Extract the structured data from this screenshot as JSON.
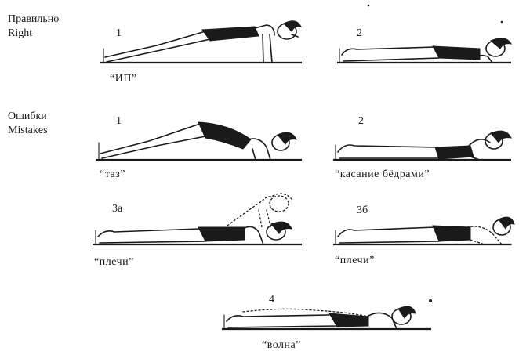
{
  "sections": {
    "right": {
      "label_ru": "Правильно",
      "label_en": "Right"
    },
    "mistakes": {
      "label_ru": "Ошибки",
      "label_en": "Mistakes"
    }
  },
  "figures": [
    {
      "id": "right-1",
      "number": "1",
      "caption": "“ИП”"
    },
    {
      "id": "right-2",
      "number": "2",
      "caption": ""
    },
    {
      "id": "mistake-1",
      "number": "1",
      "caption": "“таз”"
    },
    {
      "id": "mistake-2",
      "number": "2",
      "caption": "“касание бёдрами”"
    },
    {
      "id": "mistake-3a",
      "number": "3а",
      "caption": "“плечи”"
    },
    {
      "id": "mistake-3b",
      "number": "3б",
      "caption": "“плечи”"
    },
    {
      "id": "mistake-4",
      "number": "4",
      "caption": "“волна”"
    }
  ]
}
